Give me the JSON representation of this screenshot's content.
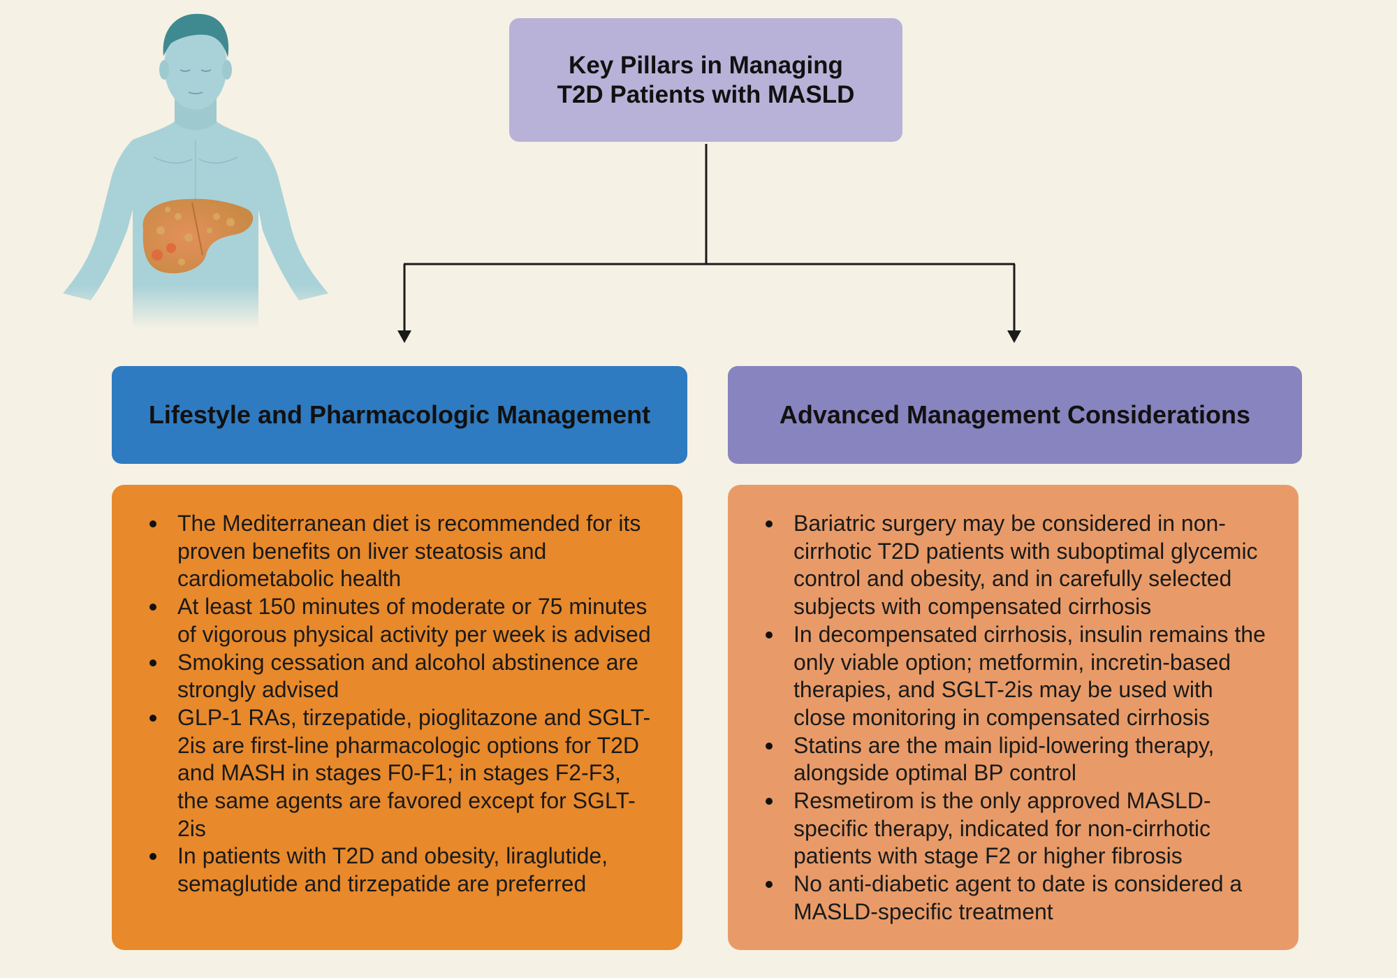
{
  "top_box": {
    "line1": "Key Pillars in Managing",
    "line2": "T2D Patients with MASLD"
  },
  "left_header": "Lifestyle and Pharmacologic Management",
  "right_header": "Advanced Management Considerations",
  "left_items": [
    "The Mediterranean diet is recommended for its proven benefits on liver steatosis and cardiometabolic health",
    "At least 150 minutes of moderate or 75 minutes of vigorous physical activity per week is advised",
    "Smoking cessation and alcohol abstinence are strongly advised",
    "GLP-1 RAs, tirzepatide, pioglitazone and SGLT-2is are first-line pharmacologic options for T2D and MASH in stages F0-F1; in stages F2-F3, the same agents are favored except for SGLT-2is",
    "In patients with T2D and obesity, liraglutide, semaglutide and tirzepatide are preferred"
  ],
  "right_items": [
    "Bariatric surgery may be considered in non-cirrhotic T2D patients with suboptimal glycemic control and obesity, and in carefully selected subjects with compensated cirrhosis",
    "In decompensated cirrhosis, insulin remains the only viable option; metformin, incretin-based therapies, and SGLT-2is may be used with close monitoring in compensated cirrhosis",
    "Statins are the main lipid-lowering therapy, alongside optimal BP control",
    "Resmetirom is the only approved MASLD-specific therapy, indicated for non-cirrhotic patients with stage F2 or higher fibrosis",
    "No anti-diabetic agent to date is considered a MASLD-specific treatment"
  ],
  "colors": {
    "background": "#f5f1e5",
    "top_box": "#b8b2d8",
    "left_header": "#2f7bc1",
    "right_header": "#8884bf",
    "left_box": "#e8892c",
    "right_box": "#e89b68"
  },
  "illustration": "human-torso-with-fatty-liver-icon"
}
